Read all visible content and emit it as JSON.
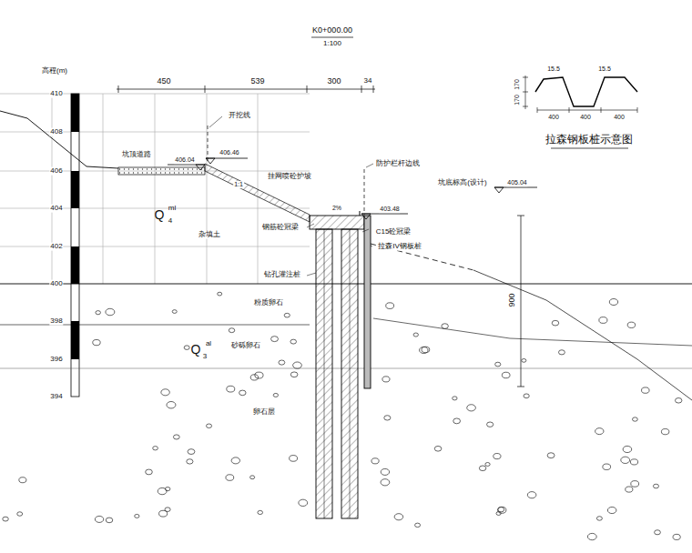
{
  "diagram": {
    "title": "K0+000.00",
    "labels": [
      "1:100",
      "高程(m)",
      "410",
      "408",
      "406",
      "404",
      "402",
      "400",
      "398",
      "396",
      "394",
      "450",
      "539",
      "300",
      "34",
      "开挖线",
      "坑顶道路",
      "406.04",
      "406.46",
      "挂网喷砼护坡",
      "1:1",
      "Q",
      "4",
      "ml",
      "杂填土",
      "钢筋砼冠梁",
      "钻孔灌注桩",
      "防护栏杆边线",
      "2%",
      "403.48",
      "C15砼冠梁",
      "拉森IV钢板桩",
      "坑底标高(设计)",
      "405.04",
      "900",
      "粉质卵石",
      "Q",
      "3",
      "al",
      "砂砾卵石",
      "卵石层",
      "拉森钢板桩示意图",
      "15.5",
      "15.5",
      "170",
      "170",
      "400",
      "400",
      "400"
    ]
  }
}
